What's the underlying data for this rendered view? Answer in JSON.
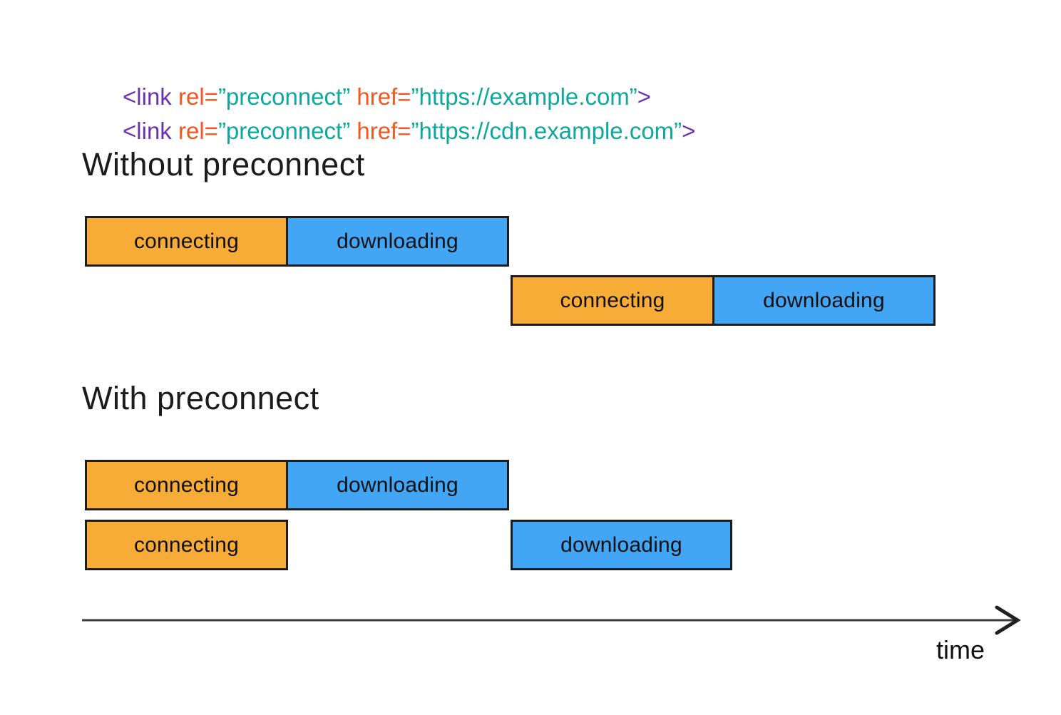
{
  "colors": {
    "code_purple": "#6B33A8",
    "code_orange": "#F4561F",
    "code_teal": "#0FA79B",
    "bar_connecting_orange": "#F8AC38",
    "bar_downloading_blue": "#42A6F5",
    "bar_border": "#1c1c1c",
    "axis_line": "#3a3a3a"
  },
  "code": {
    "lines": [
      {
        "segments": [
          {
            "text": "<link",
            "color": "purple"
          },
          {
            "text": " rel=",
            "color": "orange"
          },
          {
            "text": "”preconnect”",
            "color": "teal"
          },
          {
            "text": " href=",
            "color": "orange"
          },
          {
            "text": "”https://example.com”",
            "color": "teal"
          },
          {
            "text": ">",
            "color": "purple"
          }
        ]
      },
      {
        "segments": [
          {
            "text": "<link",
            "color": "purple"
          },
          {
            "text": " rel=",
            "color": "orange"
          },
          {
            "text": "”preconnect”",
            "color": "teal"
          },
          {
            "text": " href=",
            "color": "orange"
          },
          {
            "text": "”https://cdn.example.com”",
            "color": "teal"
          },
          {
            "text": ">",
            "color": "purple"
          }
        ]
      }
    ]
  },
  "sections": [
    {
      "title": "Without preconnect",
      "rows": [
        {
          "bars": [
            {
              "label": "connecting",
              "phase": "connecting"
            },
            {
              "label": "downloading",
              "phase": "downloading"
            }
          ]
        },
        {
          "bars": [
            {
              "label": "connecting",
              "phase": "connecting"
            },
            {
              "label": "downloading",
              "phase": "downloading"
            }
          ]
        }
      ]
    },
    {
      "title": "With preconnect",
      "rows": [
        {
          "bars": [
            {
              "label": "connecting",
              "phase": "connecting"
            },
            {
              "label": "downloading",
              "phase": "downloading"
            }
          ]
        },
        {
          "bars": [
            {
              "label": "connecting",
              "phase": "connecting"
            },
            {
              "label": "downloading",
              "phase": "downloading"
            }
          ]
        }
      ]
    }
  ],
  "axis": {
    "label": "time"
  }
}
